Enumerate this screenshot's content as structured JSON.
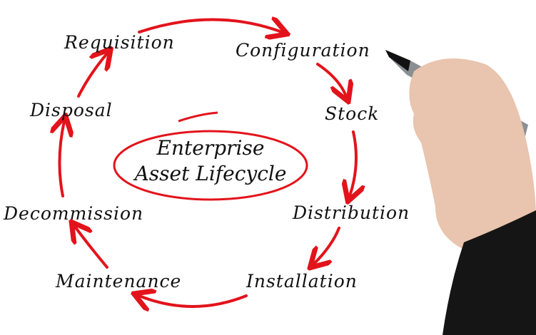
{
  "title": {
    "line1": "Enterprise",
    "line2": "Asset Lifecycle"
  },
  "stages": [
    "Requisition",
    "Configuration",
    "Stock",
    "Distribution",
    "Installation",
    "Maintenance",
    "Decommission",
    "Disposal"
  ],
  "colors": {
    "arrow": "#e3131b",
    "text": "#111111",
    "skin": "#e9c4ae",
    "sleeve": "#151515"
  }
}
